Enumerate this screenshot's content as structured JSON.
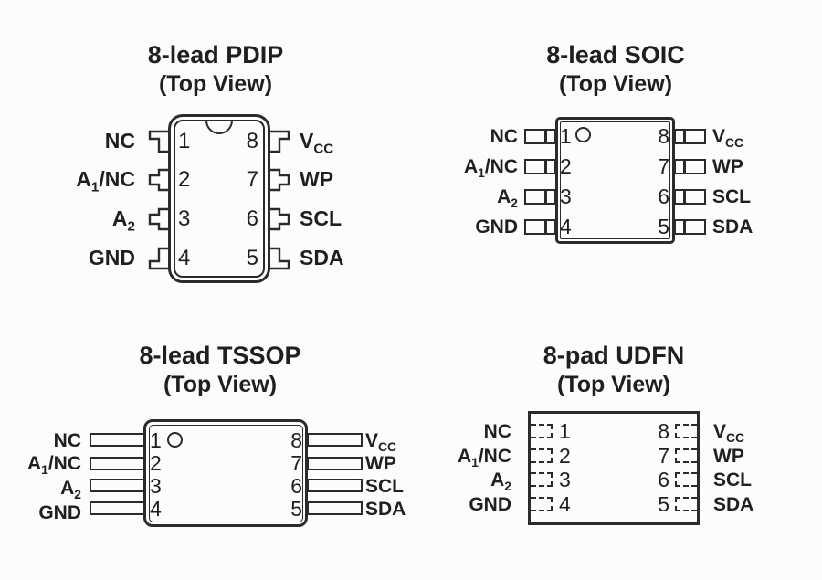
{
  "packages": [
    {
      "title": "8-lead PDIP",
      "subtitle": "(Top View)"
    },
    {
      "title": "8-lead SOIC",
      "subtitle": "(Top View)"
    },
    {
      "title": "8-lead TSSOP",
      "subtitle": "(Top View)"
    },
    {
      "title": "8-pad UDFN",
      "subtitle": "(Top View)"
    }
  ],
  "pins": {
    "left": [
      {
        "number": "1",
        "label": {
          "pre": "NC",
          "sub": "",
          "post": ""
        }
      },
      {
        "number": "2",
        "label": {
          "pre": "A",
          "sub": "1",
          "post": "/NC"
        }
      },
      {
        "number": "3",
        "label": {
          "pre": "A",
          "sub": "2",
          "post": ""
        }
      },
      {
        "number": "4",
        "label": {
          "pre": "GND",
          "sub": "",
          "post": ""
        }
      }
    ],
    "right": [
      {
        "number": "8",
        "label": {
          "pre": "V",
          "sub": "CC",
          "post": ""
        }
      },
      {
        "number": "7",
        "label": {
          "pre": "WP",
          "sub": "",
          "post": ""
        }
      },
      {
        "number": "6",
        "label": {
          "pre": "SCL",
          "sub": "",
          "post": ""
        }
      },
      {
        "number": "5",
        "label": {
          "pre": "SDA",
          "sub": "",
          "post": ""
        }
      }
    ]
  },
  "colors": {
    "line": "#2b2b2b",
    "text": "#1f1f1f",
    "background": "#fcfcfc"
  }
}
